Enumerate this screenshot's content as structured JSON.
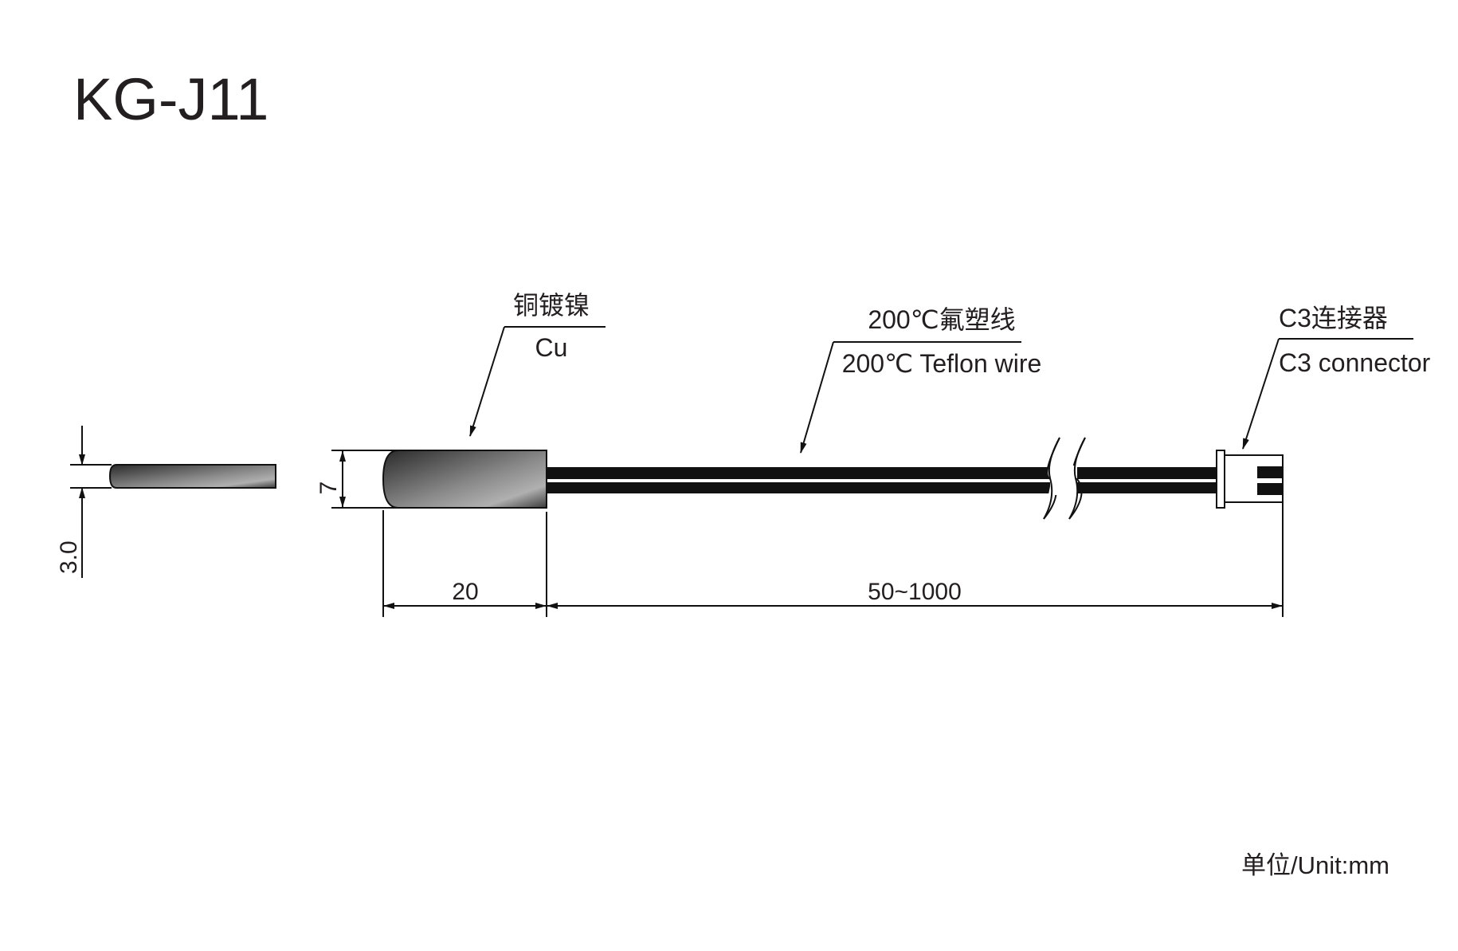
{
  "title": "KG-J11",
  "labels": {
    "probe_cn": "铜镀镍",
    "probe_en": "Cu",
    "wire_cn": "200℃氟塑线",
    "wire_en": "200℃ Teflon wire",
    "connector_cn": "C3连接器",
    "connector_en": "C3 connector"
  },
  "dimensions": {
    "thickness": "3.0",
    "height": "7",
    "probe_length": "20",
    "wire_length": "50~1000"
  },
  "unit": "单位/Unit:mm",
  "colors": {
    "ink": "#231f20",
    "line": "#111111"
  }
}
